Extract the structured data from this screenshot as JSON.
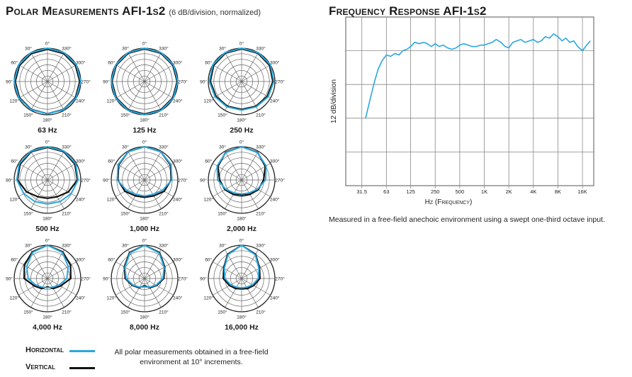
{
  "polar_section": {
    "title": "Polar Measurements AFI-1s2",
    "subtitle": "(6 dB/division, normalized)",
    "angle_labels": [
      "0°",
      "30°",
      "60°",
      "90°",
      "120°",
      "150°",
      "180°",
      "210°",
      "240°",
      "270°",
      "300°",
      "330°"
    ],
    "legend": {
      "horizontal_label": "Horizontal",
      "vertical_label": "Vertical",
      "horizontal_color": "#29a8e0",
      "vertical_color": "#111111"
    },
    "note": "All polar measurements obtained in a free-field environment at 10° increments."
  },
  "frequency_section": {
    "title": "Frequency Response AFI-1s2",
    "note": "Measured in a free-field anechoic environment using a swept one-third octave input."
  },
  "chart_data": [
    {
      "type": "polar",
      "title": "Polar Measurements AFI-1s2",
      "subtitle": "(6 dB/division, normalized)",
      "angle_step_deg": 30,
      "radial_divisions": 6,
      "db_per_division": 6,
      "plots": [
        {
          "label": "63 Hz",
          "horizontal": [
            [
              0,
              1.0
            ],
            [
              30,
              1.0
            ],
            [
              60,
              1.0
            ],
            [
              90,
              1.0
            ],
            [
              120,
              0.99
            ],
            [
              150,
              0.98
            ],
            [
              180,
              0.97
            ],
            [
              210,
              0.98
            ],
            [
              240,
              0.99
            ],
            [
              270,
              1.0
            ],
            [
              300,
              1.0
            ],
            [
              330,
              1.0
            ]
          ],
          "vertical": [
            [
              0,
              0.97
            ],
            [
              30,
              0.97
            ],
            [
              60,
              0.97
            ],
            [
              90,
              0.97
            ],
            [
              120,
              0.97
            ],
            [
              150,
              0.97
            ],
            [
              180,
              0.97
            ],
            [
              210,
              0.97
            ],
            [
              240,
              0.97
            ],
            [
              270,
              0.97
            ],
            [
              300,
              0.97
            ],
            [
              330,
              0.97
            ]
          ]
        },
        {
          "label": "125 Hz",
          "horizontal": [
            [
              0,
              1.0
            ],
            [
              30,
              1.0
            ],
            [
              60,
              1.0
            ],
            [
              90,
              1.0
            ],
            [
              120,
              1.0
            ],
            [
              150,
              1.0
            ],
            [
              180,
              1.0
            ],
            [
              210,
              1.0
            ],
            [
              240,
              1.0
            ],
            [
              270,
              1.0
            ],
            [
              300,
              1.0
            ],
            [
              330,
              1.0
            ]
          ],
          "vertical": [
            [
              0,
              0.98
            ],
            [
              30,
              0.98
            ],
            [
              60,
              0.98
            ],
            [
              90,
              0.98
            ],
            [
              120,
              0.98
            ],
            [
              150,
              0.98
            ],
            [
              180,
              0.98
            ],
            [
              210,
              0.98
            ],
            [
              240,
              0.98
            ],
            [
              270,
              0.98
            ],
            [
              300,
              0.98
            ],
            [
              330,
              0.98
            ]
          ]
        },
        {
          "label": "250 Hz",
          "horizontal": [
            [
              0,
              1.0
            ],
            [
              30,
              1.0
            ],
            [
              60,
              1.0
            ],
            [
              90,
              0.97
            ],
            [
              120,
              0.92
            ],
            [
              150,
              0.88
            ],
            [
              180,
              0.86
            ],
            [
              210,
              0.88
            ],
            [
              240,
              0.92
            ],
            [
              270,
              0.97
            ],
            [
              300,
              1.0
            ],
            [
              330,
              1.0
            ]
          ],
          "vertical": [
            [
              0,
              0.98
            ],
            [
              30,
              0.98
            ],
            [
              60,
              0.97
            ],
            [
              90,
              0.94
            ],
            [
              120,
              0.89
            ],
            [
              150,
              0.86
            ],
            [
              180,
              0.84
            ],
            [
              210,
              0.86
            ],
            [
              240,
              0.89
            ],
            [
              270,
              0.94
            ],
            [
              300,
              0.97
            ],
            [
              330,
              0.98
            ]
          ]
        },
        {
          "label": "500 Hz",
          "horizontal": [
            [
              0,
              1.0
            ],
            [
              30,
              1.0
            ],
            [
              60,
              0.98
            ],
            [
              90,
              0.92
            ],
            [
              120,
              0.82
            ],
            [
              150,
              0.75
            ],
            [
              180,
              0.72
            ],
            [
              210,
              0.75
            ],
            [
              240,
              0.82
            ],
            [
              270,
              0.92
            ],
            [
              300,
              0.98
            ],
            [
              330,
              1.0
            ]
          ],
          "vertical": [
            [
              0,
              0.98
            ],
            [
              30,
              0.98
            ],
            [
              60,
              0.95
            ],
            [
              90,
              0.9
            ],
            [
              120,
              0.72
            ],
            [
              150,
              0.58
            ],
            [
              180,
              0.55
            ],
            [
              210,
              0.58
            ],
            [
              240,
              0.72
            ],
            [
              270,
              0.9
            ],
            [
              300,
              0.95
            ],
            [
              330,
              0.98
            ]
          ]
        },
        {
          "label": "1,000 Hz",
          "horizontal": [
            [
              0,
              1.0
            ],
            [
              30,
              0.98
            ],
            [
              60,
              0.92
            ],
            [
              90,
              0.82
            ],
            [
              120,
              0.62
            ],
            [
              150,
              0.5
            ],
            [
              180,
              0.48
            ],
            [
              210,
              0.5
            ],
            [
              240,
              0.62
            ],
            [
              270,
              0.82
            ],
            [
              300,
              0.92
            ],
            [
              330,
              0.98
            ]
          ],
          "vertical": [
            [
              0,
              1.0
            ],
            [
              30,
              0.98
            ],
            [
              60,
              0.9
            ],
            [
              90,
              0.8
            ],
            [
              120,
              0.68
            ],
            [
              150,
              0.55
            ],
            [
              180,
              0.52
            ],
            [
              210,
              0.55
            ],
            [
              240,
              0.68
            ],
            [
              270,
              0.8
            ],
            [
              300,
              0.9
            ],
            [
              330,
              0.98
            ]
          ]
        },
        {
          "label": "2,000 Hz",
          "horizontal": [
            [
              0,
              1.0
            ],
            [
              30,
              0.95
            ],
            [
              60,
              0.85
            ],
            [
              90,
              0.72
            ],
            [
              120,
              0.55
            ],
            [
              150,
              0.45
            ],
            [
              180,
              0.42
            ],
            [
              210,
              0.45
            ],
            [
              240,
              0.55
            ],
            [
              270,
              0.72
            ],
            [
              300,
              0.85
            ],
            [
              330,
              0.95
            ]
          ],
          "vertical": [
            [
              0,
              1.0
            ],
            [
              30,
              0.96
            ],
            [
              60,
              0.82
            ],
            [
              90,
              0.66
            ],
            [
              120,
              0.58
            ],
            [
              150,
              0.5
            ],
            [
              180,
              0.46
            ],
            [
              210,
              0.5
            ],
            [
              240,
              0.58
            ],
            [
              270,
              0.66
            ],
            [
              300,
              0.82
            ],
            [
              330,
              0.96
            ]
          ]
        },
        {
          "label": "4,000 Hz",
          "horizontal": [
            [
              0,
              1.0
            ],
            [
              30,
              0.9
            ],
            [
              60,
              0.72
            ],
            [
              90,
              0.58
            ],
            [
              120,
              0.4
            ],
            [
              150,
              0.3
            ],
            [
              180,
              0.28
            ],
            [
              210,
              0.3
            ],
            [
              240,
              0.4
            ],
            [
              270,
              0.58
            ],
            [
              300,
              0.72
            ],
            [
              330,
              0.9
            ]
          ],
          "vertical": [
            [
              0,
              1.0
            ],
            [
              30,
              0.92
            ],
            [
              60,
              0.8
            ],
            [
              90,
              0.7
            ],
            [
              120,
              0.45
            ],
            [
              150,
              0.35
            ],
            [
              180,
              0.25
            ],
            [
              210,
              0.35
            ],
            [
              240,
              0.45
            ],
            [
              270,
              0.7
            ],
            [
              300,
              0.8
            ],
            [
              330,
              0.92
            ]
          ]
        },
        {
          "label": "8,000 Hz",
          "horizontal": [
            [
              0,
              1.0
            ],
            [
              30,
              0.88
            ],
            [
              60,
              0.68
            ],
            [
              90,
              0.55
            ],
            [
              120,
              0.4
            ],
            [
              150,
              0.3
            ],
            [
              180,
              0.25
            ],
            [
              210,
              0.3
            ],
            [
              240,
              0.4
            ],
            [
              270,
              0.55
            ],
            [
              300,
              0.68
            ],
            [
              330,
              0.88
            ]
          ],
          "vertical": [
            [
              0,
              1.0
            ],
            [
              30,
              0.9
            ],
            [
              60,
              0.7
            ],
            [
              90,
              0.58
            ],
            [
              120,
              0.42
            ],
            [
              150,
              0.32
            ],
            [
              180,
              0.22
            ],
            [
              210,
              0.32
            ],
            [
              240,
              0.42
            ],
            [
              270,
              0.58
            ],
            [
              300,
              0.7
            ],
            [
              330,
              0.9
            ]
          ]
        },
        {
          "label": "16,000 Hz",
          "horizontal": [
            [
              0,
              1.0
            ],
            [
              30,
              0.82
            ],
            [
              60,
              0.6
            ],
            [
              90,
              0.5
            ],
            [
              120,
              0.38
            ],
            [
              150,
              0.3
            ],
            [
              180,
              0.28
            ],
            [
              210,
              0.3
            ],
            [
              240,
              0.38
            ],
            [
              270,
              0.5
            ],
            [
              300,
              0.6
            ],
            [
              330,
              0.82
            ]
          ],
          "vertical": [
            [
              0,
              1.0
            ],
            [
              30,
              0.84
            ],
            [
              60,
              0.62
            ],
            [
              90,
              0.55
            ],
            [
              120,
              0.42
            ],
            [
              150,
              0.35
            ],
            [
              180,
              0.3
            ],
            [
              210,
              0.35
            ],
            [
              240,
              0.42
            ],
            [
              270,
              0.55
            ],
            [
              300,
              0.62
            ],
            [
              330,
              0.84
            ]
          ]
        }
      ]
    },
    {
      "type": "line",
      "title": "Frequency Response AFI-1s2",
      "xlabel": "Hz (Frequency)",
      "ylabel": "12 dB/division",
      "xscale": "log",
      "xlim": [
        20,
        22000
      ],
      "ylim": [
        -48,
        12
      ],
      "y_divisions_db": 12,
      "x_ticks": [
        {
          "value": 31.5,
          "label": "31.5"
        },
        {
          "value": 63,
          "label": "63"
        },
        {
          "value": 125,
          "label": "125"
        },
        {
          "value": 250,
          "label": "250"
        },
        {
          "value": 500,
          "label": "500"
        },
        {
          "value": 1000,
          "label": "1K"
        },
        {
          "value": 2000,
          "label": "2K"
        },
        {
          "value": 4000,
          "label": "4K"
        },
        {
          "value": 8000,
          "label": "8K"
        },
        {
          "value": 16000,
          "label": "16K"
        }
      ],
      "grid": true,
      "series": [
        {
          "color": "#29a8e0",
          "x": [
            35,
            40,
            45,
            50,
            56,
            63,
            71,
            80,
            90,
            100,
            112,
            125,
            140,
            160,
            180,
            200,
            224,
            250,
            280,
            315,
            355,
            400,
            450,
            500,
            560,
            630,
            710,
            800,
            900,
            1000,
            1120,
            1250,
            1400,
            1600,
            1800,
            2000,
            2240,
            2500,
            2800,
            3150,
            3550,
            4000,
            4500,
            5000,
            5600,
            6300,
            7100,
            8000,
            9000,
            10000,
            11200,
            12500,
            14000,
            16000,
            18000,
            20000
          ],
          "y": [
            -24,
            -17,
            -11,
            -6.5,
            -3.5,
            -1.5,
            -2,
            -1,
            -1.5,
            0,
            0.5,
            1.5,
            3.0,
            2.5,
            3.0,
            2.5,
            1.5,
            2.5,
            1.5,
            2.0,
            1.0,
            0.5,
            1.0,
            2.0,
            2.5,
            2.0,
            1.5,
            1.5,
            2.0,
            2.0,
            2.5,
            3.0,
            4.0,
            3.0,
            1.5,
            1.0,
            3.0,
            3.5,
            4.0,
            3.0,
            3.5,
            4.0,
            3.0,
            3.5,
            5.0,
            4.5,
            6.0,
            5.0,
            3.5,
            4.5,
            3.0,
            3.5,
            1.5,
            0.0,
            2.0,
            3.5
          ]
        }
      ]
    }
  ]
}
